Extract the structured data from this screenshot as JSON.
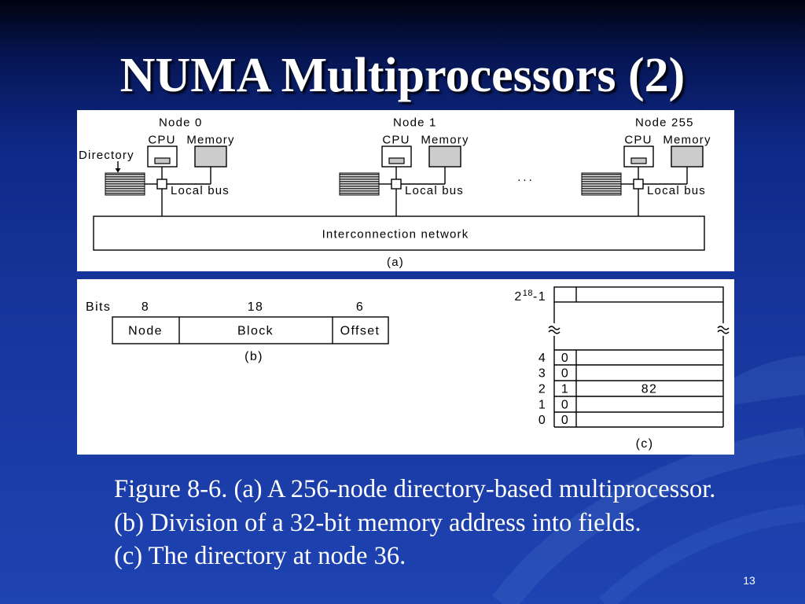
{
  "slide": {
    "title": "NUMA Multiprocessors (2)",
    "caption": [
      "Figure 8-6. (a) A 256-node directory-based multiprocessor.",
      "(b) Division of a 32-bit memory address into fields.",
      "(c) The directory at node 36."
    ],
    "page_number": "13"
  },
  "figure_a": {
    "nodes": [
      {
        "label": "Node 0",
        "cpu_label": "CPU",
        "memory_label": "Memory",
        "bus_label": "Local bus"
      },
      {
        "label": "Node 1",
        "cpu_label": "CPU",
        "memory_label": "Memory",
        "bus_label": "Local bus"
      },
      {
        "label": "Node 255",
        "cpu_label": "CPU",
        "memory_label": "Memory",
        "bus_label": "Local bus"
      }
    ],
    "directory_label": "Directory",
    "ellipsis": "...",
    "network_label": "Interconnection network",
    "caption": "(a)"
  },
  "figure_b": {
    "bits_label": "Bits",
    "fields": [
      {
        "name": "Node",
        "bits": 8
      },
      {
        "name": "Block",
        "bits": 18
      },
      {
        "name": "Offset",
        "bits": 6
      }
    ],
    "caption": "(b)"
  },
  "figure_c": {
    "top_label": {
      "base": "2",
      "exponent": "18",
      "suffix": "-1"
    },
    "rows": [
      {
        "index": 4,
        "bit": 0
      },
      {
        "index": 3,
        "bit": 0
      },
      {
        "index": 2,
        "bit": 1,
        "node": 82
      },
      {
        "index": 1,
        "bit": 0
      },
      {
        "index": 0,
        "bit": 0
      }
    ],
    "caption": "(c)"
  },
  "colors": {
    "background_top": "#00030f",
    "background_middle": "#16349a",
    "background_bottom": "#1e43b2",
    "slide_text": "#ffffff",
    "figure_background": "#ffffff",
    "memory_fill": "#cdcdcd",
    "directory_stripe": "#3a3a3a"
  }
}
